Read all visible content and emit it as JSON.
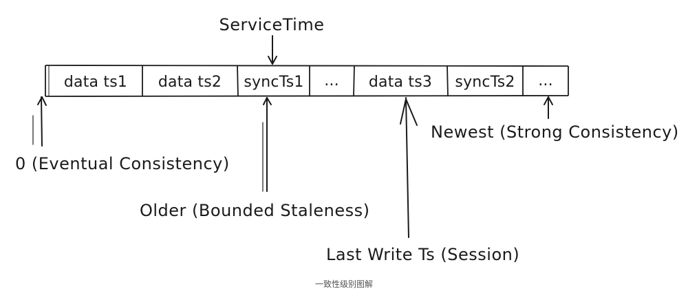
{
  "diagram": {
    "top_label": "ServiceTime",
    "cells": [
      {
        "text": "data ts1"
      },
      {
        "text": "data ts2"
      },
      {
        "text": "syncTs1"
      },
      {
        "text": "..."
      },
      {
        "text": "data ts3"
      },
      {
        "text": "syncTs2"
      },
      {
        "text": "..."
      }
    ],
    "annotations": {
      "eventual": "0 (Eventual Consistency)",
      "bounded": "Older (Bounded Staleness)",
      "session": "Last Write Ts (Session)",
      "strong": "Newest (Strong Consistency)"
    },
    "colors": {
      "ink": "#1a1a1a",
      "background": "#ffffff"
    }
  },
  "caption": "一致性级别图解"
}
